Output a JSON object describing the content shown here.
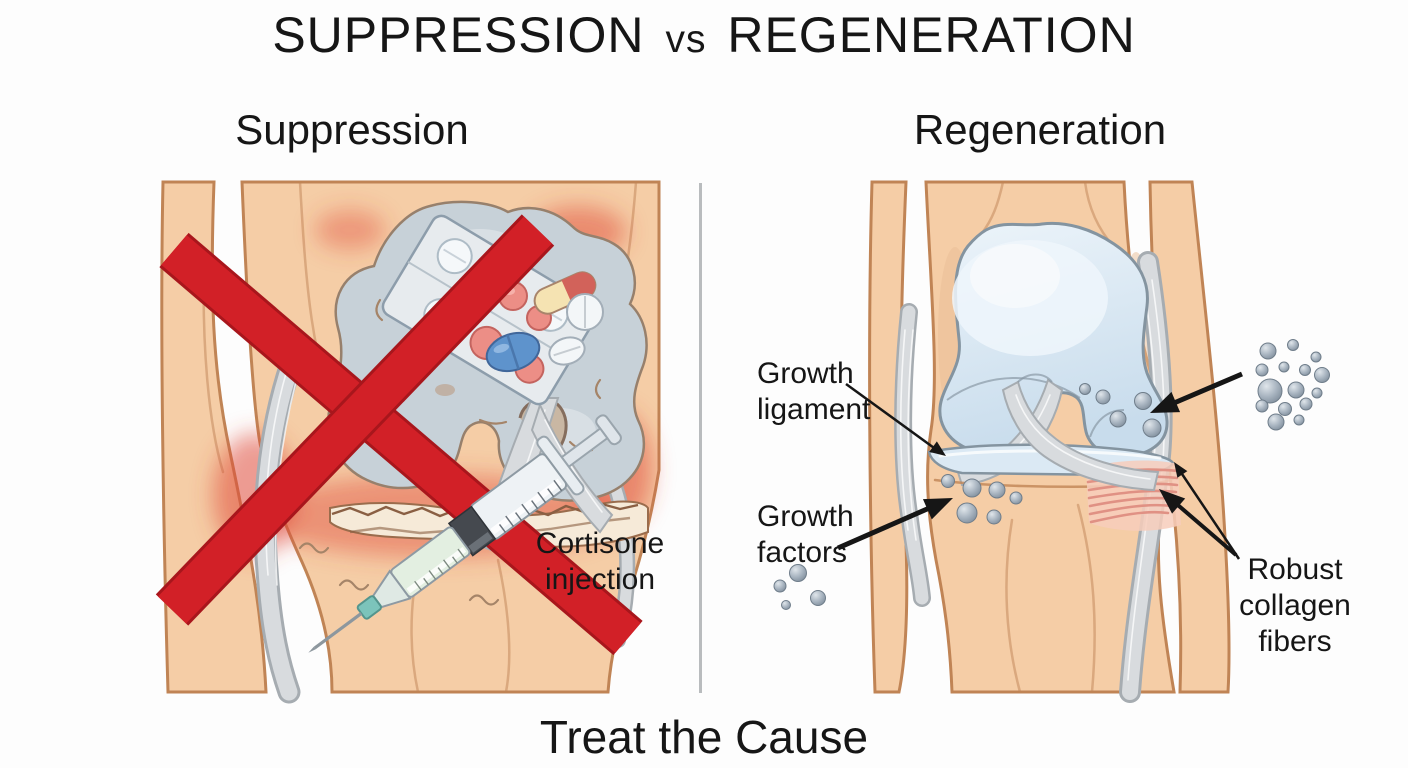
{
  "title": {
    "left": "SUPPRESSION",
    "mid": "vs",
    "right": "REGENERATION"
  },
  "panels": {
    "left": {
      "heading": "Suppression",
      "annotations": {
        "cortisone": "Cortisone\ninjection"
      }
    },
    "right": {
      "heading": "Regeneration",
      "annotations": {
        "growth_ligament": "Growth\nligament",
        "growth_factors": "Growth\nfactors",
        "robust_collagen": "Robust\ncollagen\nfibers"
      }
    }
  },
  "footer": "Treat the Cause",
  "icons": {
    "left_panel": [
      "inflamed-knee-joint",
      "pill-blister-pack",
      "pills",
      "cortisone-syringe",
      "red-prohibition-x"
    ],
    "right_panel": [
      "healthy-knee-joint",
      "growth-factor-dots",
      "collagen-fibers"
    ]
  },
  "colors": {
    "background": "#fdfdfd",
    "text": "#161616",
    "skin": "#f5cda6",
    "skin_outline": "#c08455",
    "damaged_cartilage": "#c7d1d8",
    "damaged_cartilage_edge": "#97806c",
    "healthy_cartilage": "#d9e8f3",
    "healthy_cartilage_edge": "#8494a0",
    "inflammation": "#e04a3a",
    "prohibition_red": "#d22027",
    "ligament": "#d8dbde",
    "ligament_edge": "#a6acb1",
    "growth_dot": "#9aa7b4",
    "collagen_pink": "#e09184",
    "divider": "#b9bcbe"
  }
}
